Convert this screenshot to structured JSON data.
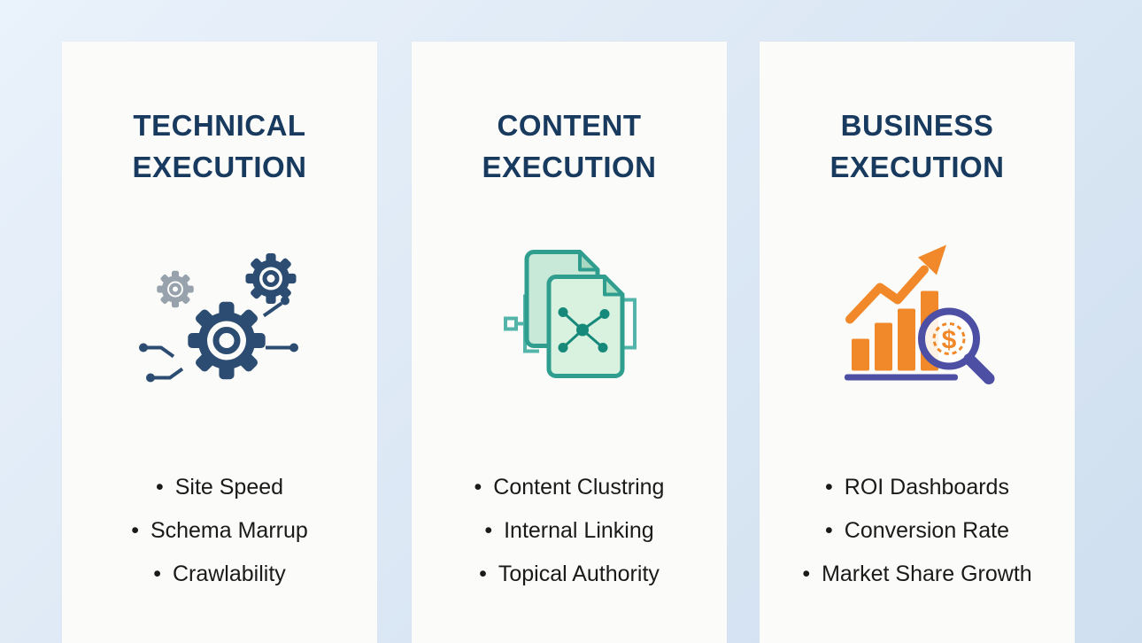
{
  "page": {
    "background": "#dbe7f4",
    "card_background": "#fbfbfa"
  },
  "colors": {
    "heading": "#173a5e",
    "body_text": "#1a1a1a",
    "navy": "#2c4d71",
    "gear_gray": "#98a2ac",
    "teal": "#2f9e8f",
    "teal_fill_back": "#c8e9d8",
    "teal_fill_front": "#d9f2df",
    "orange": "#f1882a",
    "purple": "#4c4fa3"
  },
  "cards": [
    {
      "title": "TECHNICAL EXECUTION",
      "icon": "gears-circuit-icon",
      "items": [
        "Site Speed",
        "Schema Marrup",
        "Crawlability"
      ]
    },
    {
      "title": "CONTENT EXECUTION",
      "icon": "document-cluster-icon",
      "items": [
        "Content Clustring",
        "Internal Linking",
        "Topical Authority"
      ]
    },
    {
      "title": "BUSINESS EXECUTION",
      "icon": "growth-chart-magnifier-icon",
      "items": [
        "ROI Dashboards",
        "Conversion Rate",
        "Market Share Growth"
      ]
    }
  ],
  "icon_glyphs": {
    "dollar": "$"
  }
}
